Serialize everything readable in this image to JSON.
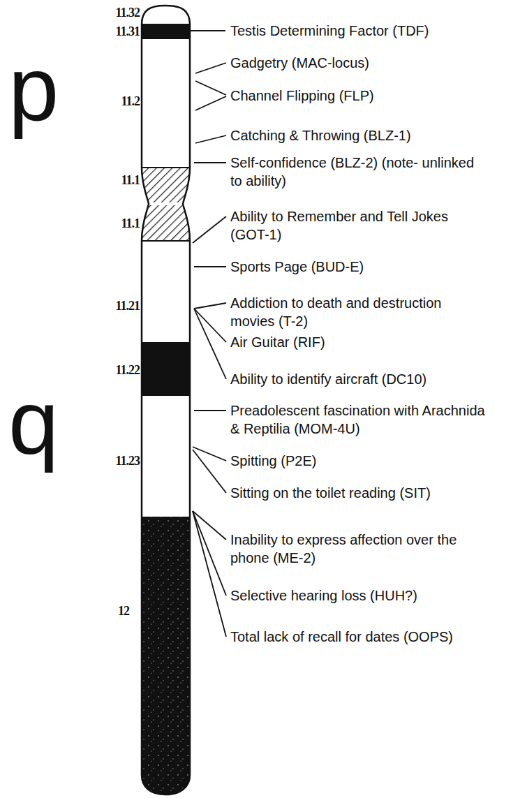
{
  "diagram": {
    "labels": [
      "p",
      "q",
      "11.32",
      "11.31",
      "11.2",
      "11.1",
      "11.1",
      "11.21",
      "11.22",
      "11.23",
      "12",
      "Testis Determining Factor (TDF)",
      "Gadgetry (MAC-locus)",
      "Channel Flipping (FLP)",
      "Catching & Throwing (BLZ-1)",
      "Self-confidence (BLZ-2) (note- unlinked to ability)",
      "Ability to Remember and Tell Jokes (GOT-1)",
      "Sports Page (BUD-E)",
      "Addiction to death and destruction movies (T-2)",
      "Air Guitar (RIF)",
      "Ability to identify aircraft (DC10)",
      "Preadolescent fascination with Arachnida & Reptilia (MOM-4U)",
      "Spitting (P2E)",
      "Sitting on the toilet reading (SIT)",
      "Inability to express affection over the phone (ME-2)",
      "Selective hearing loss (HUH?)",
      "Total lack of recall for dates (OOPS)"
    ]
  }
}
